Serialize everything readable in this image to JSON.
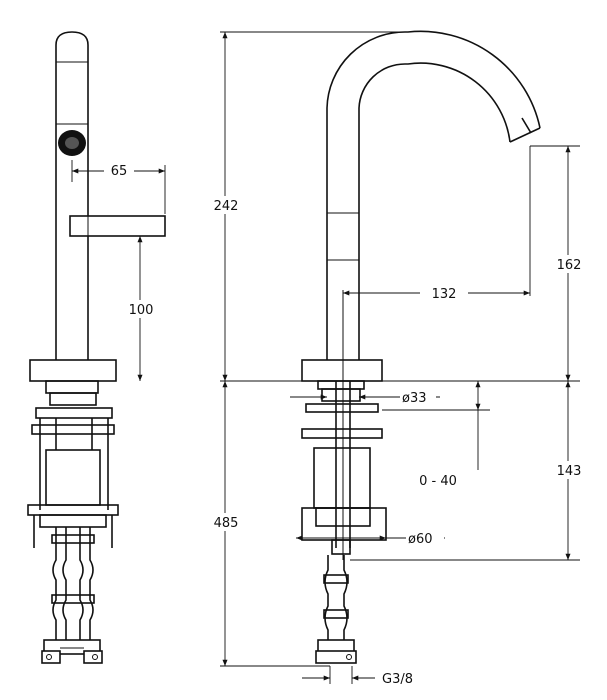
{
  "dimensions": {
    "handle_reach": "65",
    "handle_height": "100",
    "total_height": "242",
    "spout_height": "162",
    "spout_reach": "132",
    "base_diameter": "ø33",
    "deck_thickness_range": "0 - 40",
    "below_deck_height": "143",
    "below_deck_total": "485",
    "flange_diameter": "ø60",
    "thread": "G3/8"
  },
  "colors": {
    "line": "#111111",
    "background": "#ffffff"
  }
}
